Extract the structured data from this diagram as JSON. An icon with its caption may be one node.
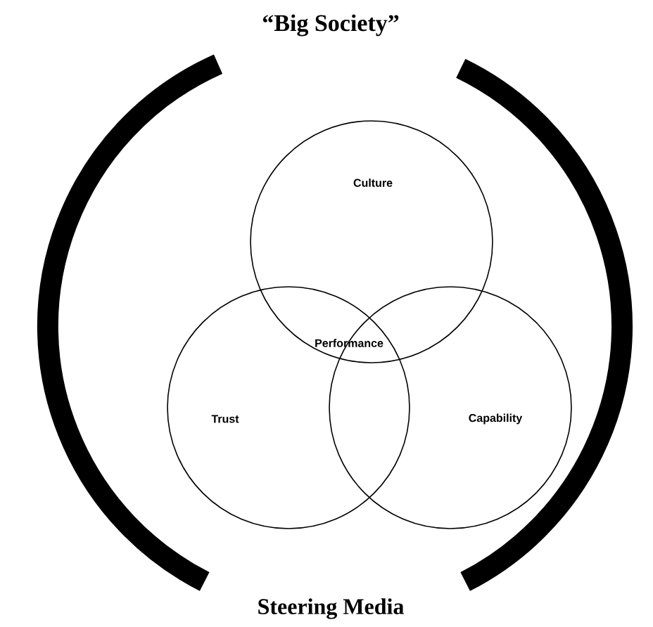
{
  "diagram": {
    "title": "“Big Society”",
    "caption": "Steering Media",
    "nodes": [
      {
        "text": [
          "Culture"
        ]
      },
      {
        "text": [
          "Trust"
        ]
      },
      {
        "text": [
          "Capability"
        ]
      }
    ],
    "labels": [
      "Performance"
    ]
  }
}
